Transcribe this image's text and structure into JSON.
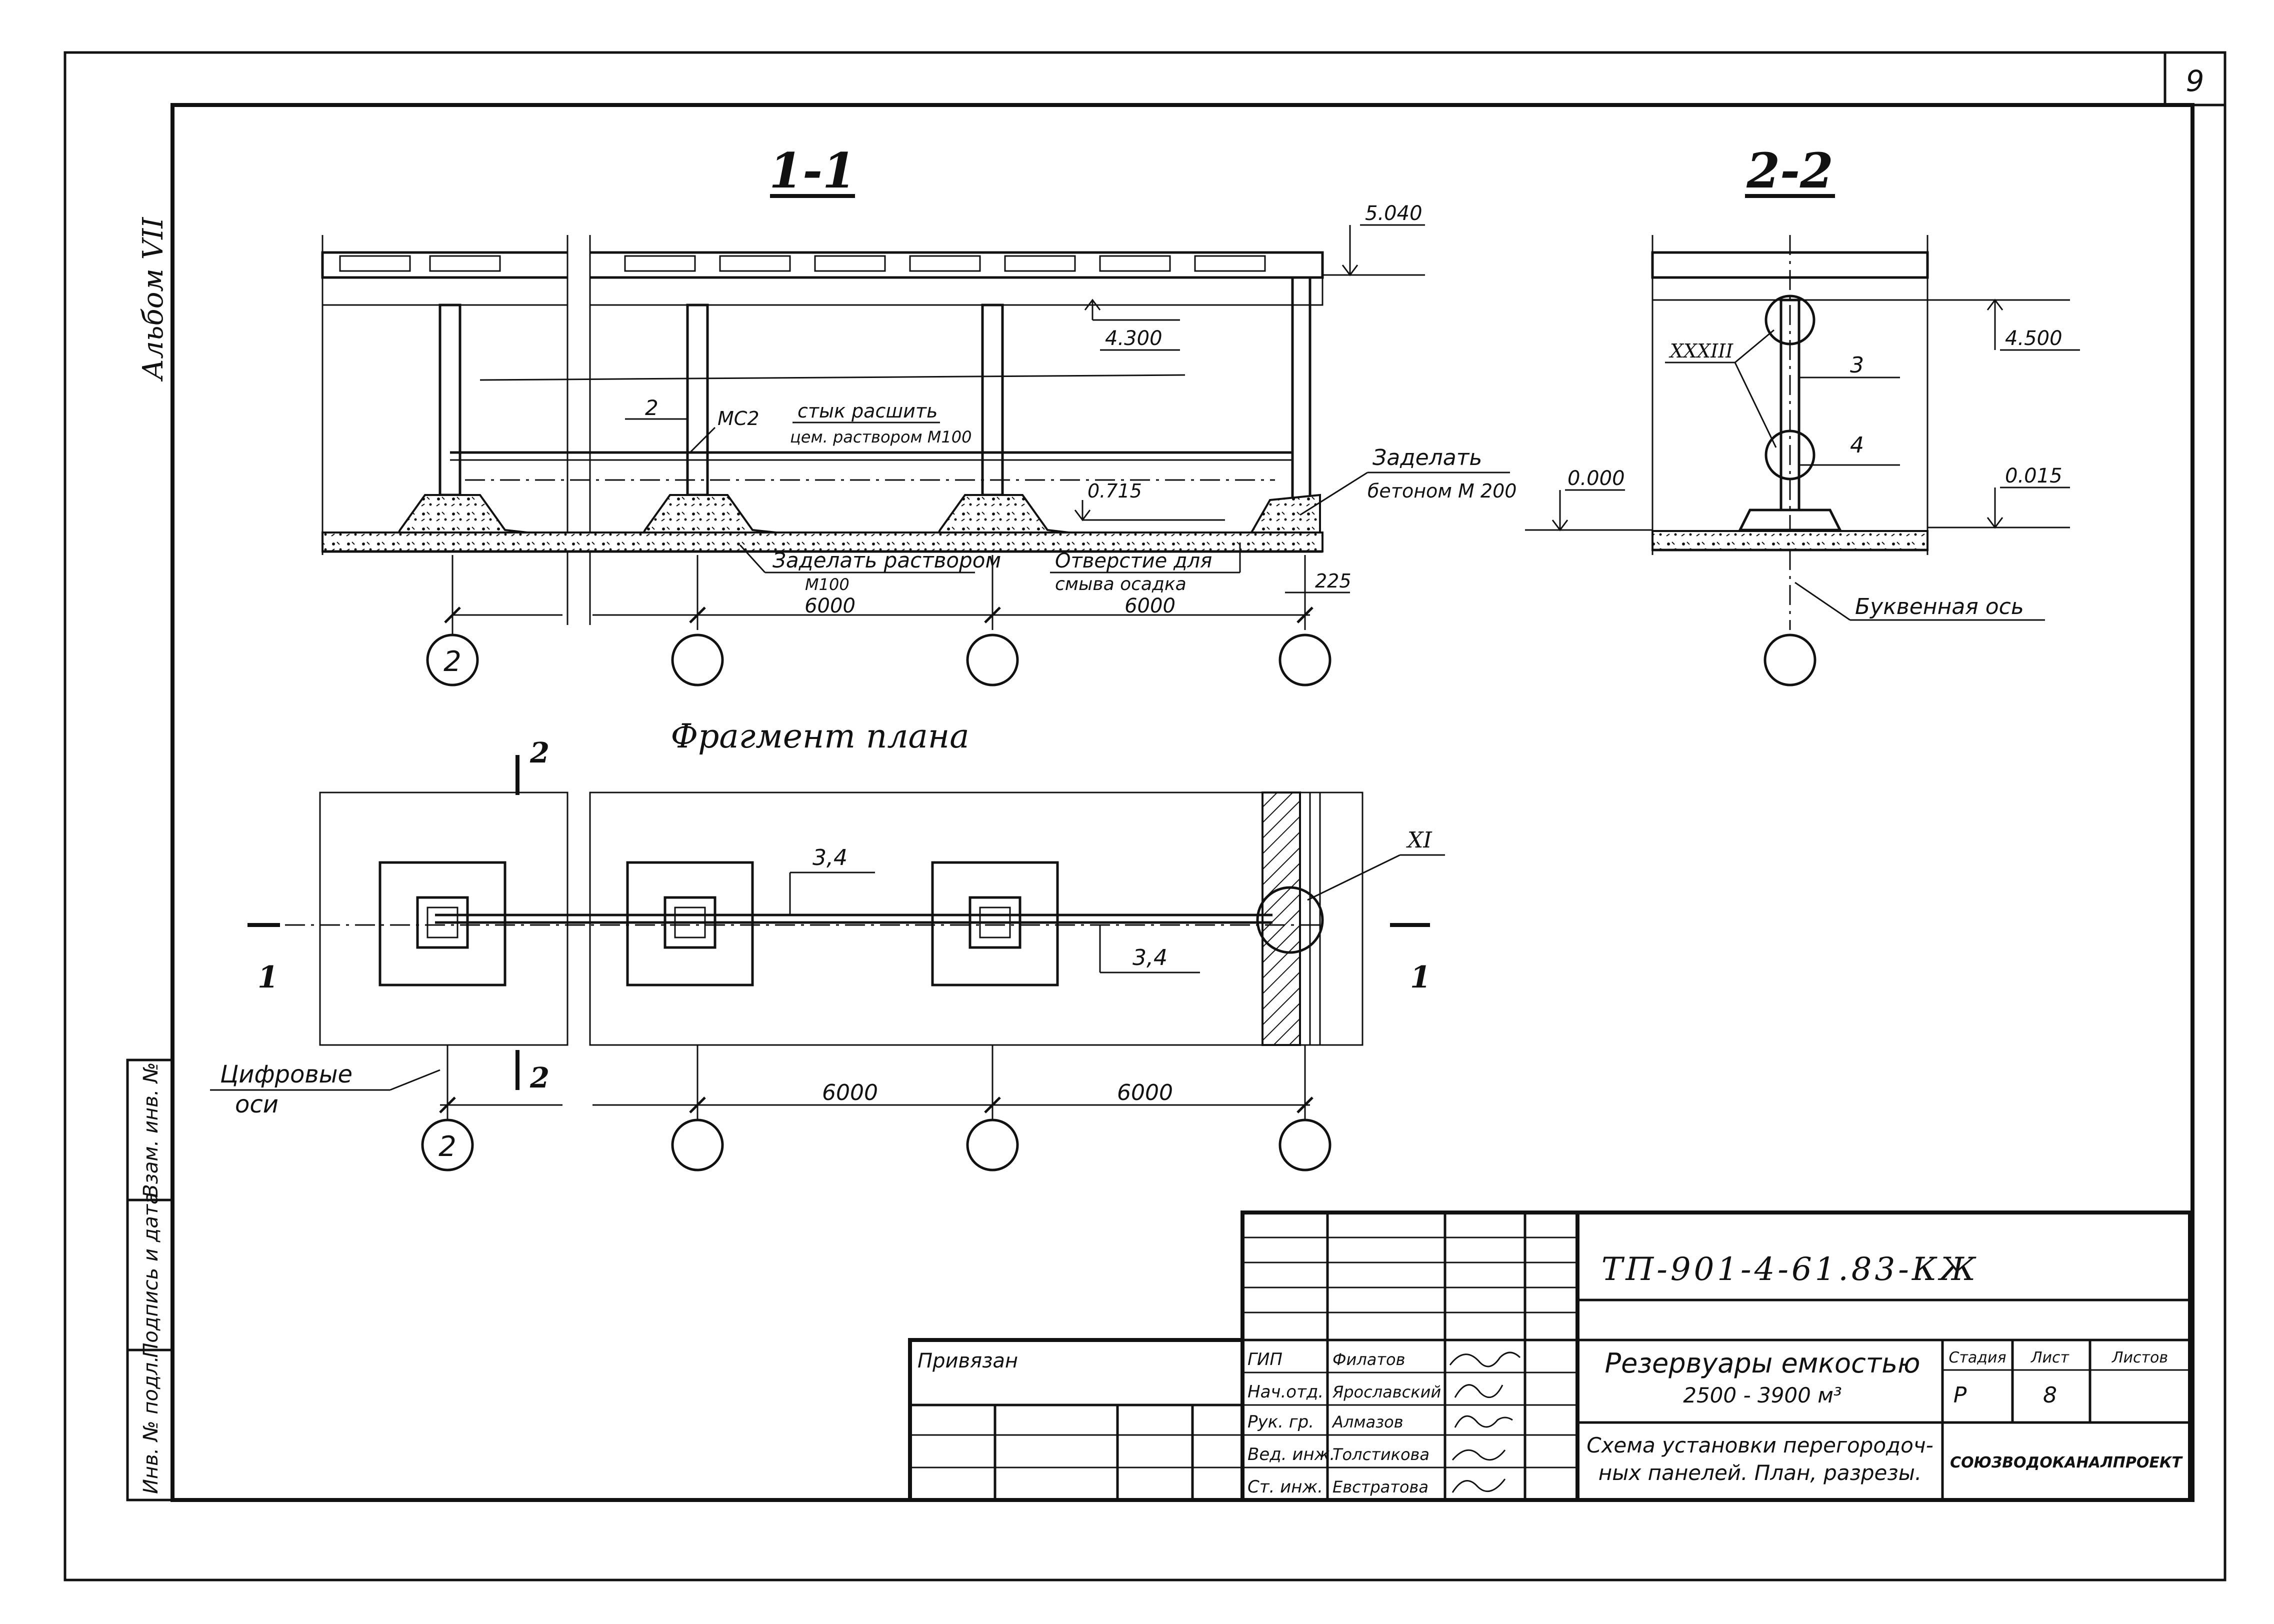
{
  "sheet": {
    "number": "9",
    "album": "Альбом VII"
  },
  "section11": {
    "title": "1-1",
    "elev_top": "5.040",
    "elev_mid": "4.300",
    "elev_low": "0.715",
    "label_panel": "2",
    "label_mc": "МС2",
    "note_joint": [
      "стык расшить",
      "цем. раствором М100"
    ],
    "note_seal_concrete": [
      "Заделать",
      "бетоном М 200"
    ],
    "note_seal_mortar": [
      "Заделать раствором",
      "М100"
    ],
    "note_hole": [
      "Отверстие для",
      "смыва осадка"
    ],
    "dim1": "6000",
    "dim2": "6000",
    "dim_end": "225",
    "axis_first": "2"
  },
  "section22": {
    "title": "2-2",
    "elev_top": "4.500",
    "elev_zero": "0.000",
    "elev_low": "0.015",
    "node": "XXXIII",
    "label3": "3",
    "label4": "4",
    "axis_note": "Буквенная ось"
  },
  "plan": {
    "title": "Фрагмент плана",
    "label_34a": "3,4",
    "label_34b": "3,4",
    "node": "XI",
    "cut1": "1",
    "cut2": "2",
    "axis_note": [
      "Цифровые",
      "оси"
    ],
    "dim1": "6000",
    "dim2": "6000",
    "axis_first": "2"
  },
  "stamp": {
    "doc_code": "ТП-901-4-61.83-КЖ",
    "privyazan": "Привязан",
    "roles": [
      "ГИП",
      "Нач.отд.",
      "Рук. гр.",
      "Вед. инж.",
      "Ст. инж."
    ],
    "names": [
      "Филатов",
      "Ярославский",
      "Алмазов",
      "Толстикова",
      "Евстратова"
    ],
    "title_main": [
      "Резервуары емкостью",
      "2500 - 3900 м³"
    ],
    "title_sub": [
      "Схема установки перегородоч-",
      "ных панелей. План, разрезы."
    ],
    "stage_h": "Стадия",
    "sheet_h": "Лист",
    "sheets_h": "Листов",
    "stage": "Р",
    "sheet": "8",
    "org": "СОЮЗВОДОКАНАЛПРОЕКТ"
  },
  "sidebar": {
    "cells": [
      "Инв. № подл.",
      "Подпись и дата",
      "Взам. инв. №"
    ]
  }
}
